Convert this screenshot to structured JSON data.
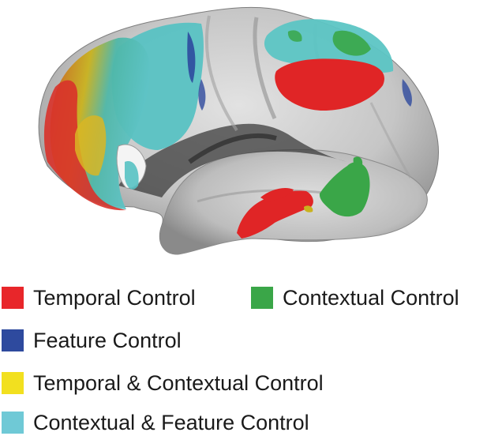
{
  "legend": {
    "items": [
      {
        "label": "Temporal Control",
        "color": "#e8262a"
      },
      {
        "label": "Contextual Control",
        "color": "#3aa648"
      },
      {
        "label": "Feature Control",
        "color": "#2e4a9e"
      },
      {
        "label": "Temporal & Contextual Control",
        "color": "#f2e01f"
      },
      {
        "label": "Contextual & Feature Control",
        "color": "#6fc9d6"
      }
    ]
  },
  "colors": {
    "cortex": "#c9c9c9",
    "sulcus": "#8c8c8c",
    "temporal": "#e8262a",
    "contextual": "#3aa648",
    "feature": "#2e4a9e",
    "temporal_contextual": "#f2e01f",
    "contextual_feature": "#6fc9d6"
  }
}
